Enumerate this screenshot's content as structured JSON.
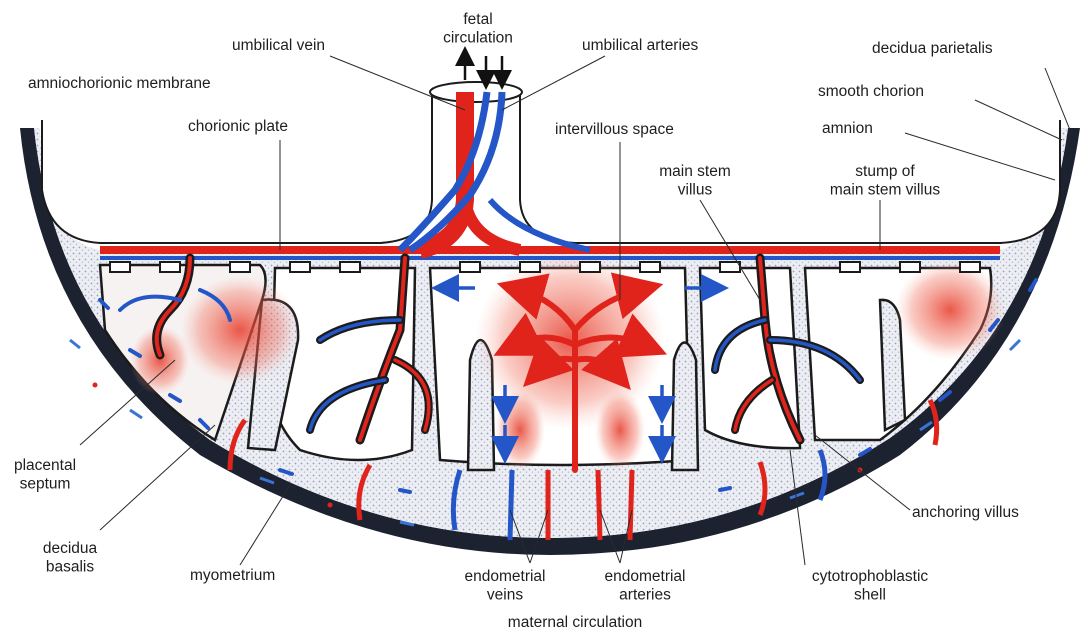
{
  "labels": {
    "fetal_circulation": "fetal\ncirculation",
    "umbilical_vein": "umbilical vein",
    "umbilical_arteries": "umbilical arteries",
    "decidua_parietalis": "decidua parietalis",
    "amniochorionic_membrane": "amniochorionic membrane",
    "smooth_chorion": "smooth chorion",
    "chorionic_plate": "chorionic plate",
    "intervillous_space": "intervillous space",
    "amnion": "amnion",
    "main_stem_villus": "main stem\nvillus",
    "stump_of_main_stem_villus": "stump of\nmain stem villus",
    "placental_septum": "placental\nseptum",
    "decidua_basalis": "decidua\nbasalis",
    "myometrium": "myometrium",
    "endometrial_veins": "endometrial\nveins",
    "endometrial_arteries": "endometrial\narteries",
    "cytotrophoblastic_shell": "cytotrophoblastic\nshell",
    "anchoring_villus": "anchoring villus",
    "maternal_circulation": "maternal circulation"
  },
  "colors": {
    "artery_red": "#e0241c",
    "vein_blue": "#2456c8",
    "wall_dark": "#1c2230",
    "decidua_grey": "#c9cbd6",
    "outline": "#1b1b1b"
  }
}
